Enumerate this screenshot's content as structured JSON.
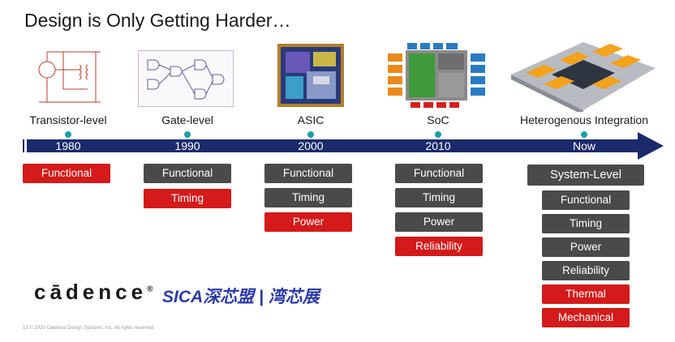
{
  "title": "Design is Only Getting Harder…",
  "eras": [
    {
      "label": "Transistor-level",
      "year": "1980"
    },
    {
      "label": "Gate-level",
      "year": "1990"
    },
    {
      "label": "ASIC",
      "year": "2000"
    },
    {
      "label": "SoC",
      "year": "2010"
    },
    {
      "label": "Heterogenous Integration",
      "year": "Now"
    }
  ],
  "col1": [
    "Functional"
  ],
  "col2": [
    "Functional",
    "Timing"
  ],
  "col3": [
    "Functional",
    "Timing",
    "Power"
  ],
  "col4": [
    "Functional",
    "Timing",
    "Power",
    "Reliability"
  ],
  "col5": [
    "System-Level",
    "Functional",
    "Timing",
    "Power",
    "Reliability",
    "Thermal",
    "Mechanical"
  ],
  "logos": {
    "cadence": "cādence",
    "cadence_mark": "®",
    "sica": "SICA深芯盟 | 湾芯展"
  },
  "footer": "13     © 2020 Cadence Design Systems, Inc. All rights reserved.",
  "colors": {
    "accent_red": "#d41a1a",
    "box_gray": "#4a4a4a",
    "timeline_navy": "#1b2a6b",
    "dot_teal": "#1d9fa8"
  }
}
